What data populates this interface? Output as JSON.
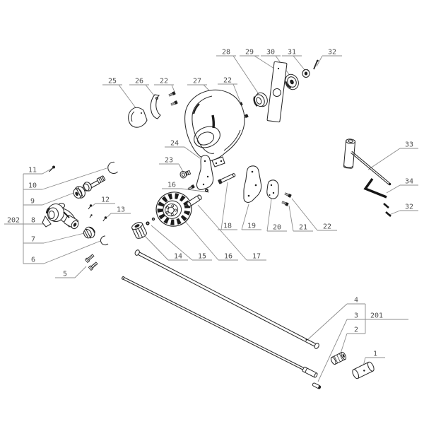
{
  "diagram": {
    "colors": {
      "ink": "#2a2a2a",
      "leader": "#8c8c8c",
      "label": "#4d4d4d",
      "background": "#ffffff"
    },
    "callouts": [
      {
        "id": "28",
        "text": "28"
      },
      {
        "id": "29",
        "text": "29"
      },
      {
        "id": "30",
        "text": "30"
      },
      {
        "id": "31",
        "text": "31"
      },
      {
        "id": "32-top",
        "text": "32"
      },
      {
        "id": "25",
        "text": "25"
      },
      {
        "id": "26",
        "text": "26"
      },
      {
        "id": "22-left",
        "text": "22"
      },
      {
        "id": "27",
        "text": "27"
      },
      {
        "id": "22-mid",
        "text": "22"
      },
      {
        "id": "33",
        "text": "33"
      },
      {
        "id": "34",
        "text": "34"
      },
      {
        "id": "32-right",
        "text": "32"
      },
      {
        "id": "11",
        "text": "11"
      },
      {
        "id": "10",
        "text": "10"
      },
      {
        "id": "9",
        "text": "9"
      },
      {
        "id": "202",
        "text": "202"
      },
      {
        "id": "8",
        "text": "8"
      },
      {
        "id": "7",
        "text": "7"
      },
      {
        "id": "6",
        "text": "6"
      },
      {
        "id": "5",
        "text": "5"
      },
      {
        "id": "12",
        "text": "12"
      },
      {
        "id": "13",
        "text": "13"
      },
      {
        "id": "23",
        "text": "23"
      },
      {
        "id": "24",
        "text": "24"
      },
      {
        "id": "16-upper",
        "text": "16"
      },
      {
        "id": "14",
        "text": "14"
      },
      {
        "id": "15",
        "text": "15"
      },
      {
        "id": "16-lower",
        "text": "16"
      },
      {
        "id": "17",
        "text": "17"
      },
      {
        "id": "18",
        "text": "18"
      },
      {
        "id": "19",
        "text": "19"
      },
      {
        "id": "20",
        "text": "20"
      },
      {
        "id": "21",
        "text": "21"
      },
      {
        "id": "22-lower",
        "text": "22"
      },
      {
        "id": "4",
        "text": "4"
      },
      {
        "id": "3",
        "text": "3"
      },
      {
        "id": "2",
        "text": "2"
      },
      {
        "id": "201",
        "text": "201"
      },
      {
        "id": "1",
        "text": "1"
      }
    ]
  }
}
